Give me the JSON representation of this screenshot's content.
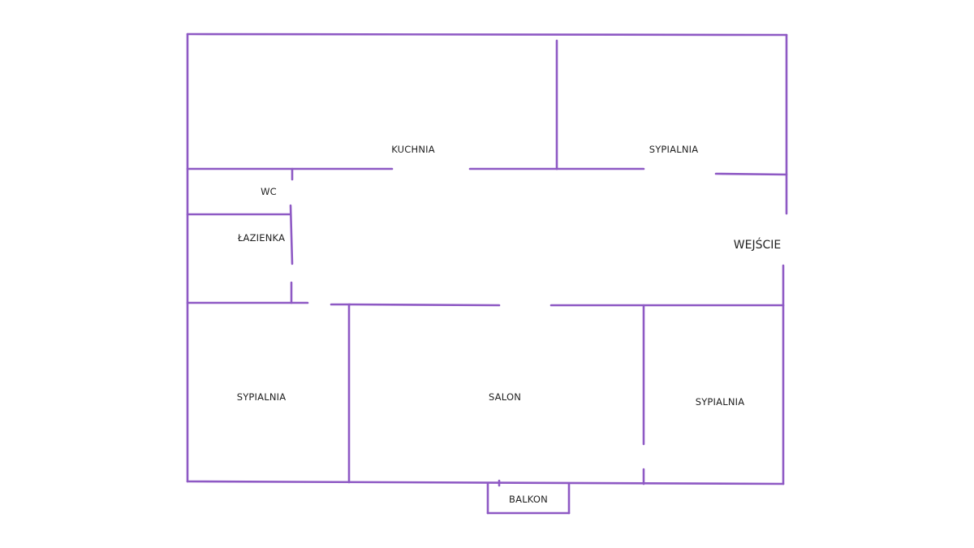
{
  "floor_plan": {
    "wall_color": "#8e59c4",
    "rooms": {
      "kitchen": "KUCHNIA",
      "bedroom_top_right": "SYPIALNIA",
      "wc": "WC",
      "bathroom": "ŁAZIENKA",
      "bedroom_bottom_left": "SYPIALNIA",
      "living_room": "SALON",
      "bedroom_bottom_right": "SYPIALNIA",
      "balcony": "BALKON"
    },
    "entrance": "WEJŚCIE"
  }
}
